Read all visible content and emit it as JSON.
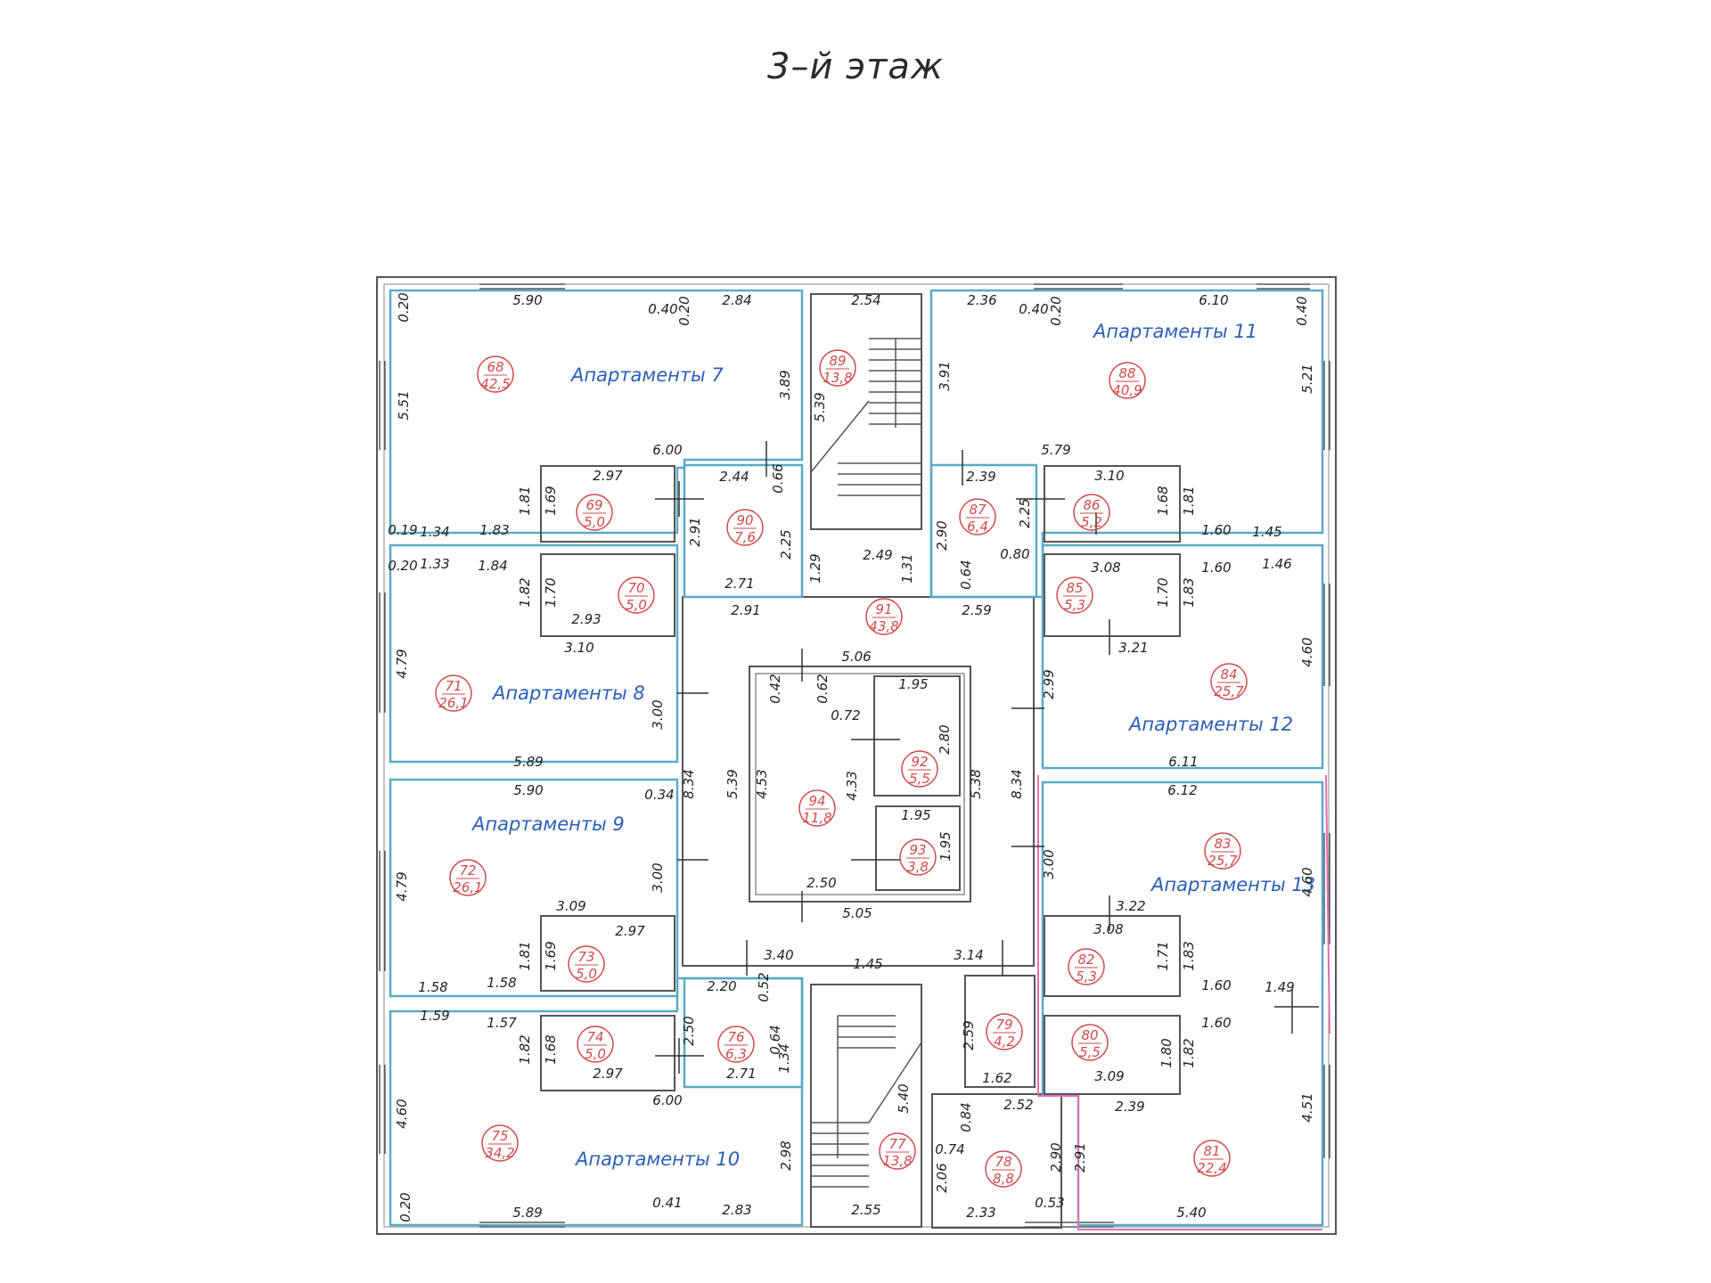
{
  "title": "3–й этаж",
  "colors": {
    "apartment_outline": "#5aa9c8",
    "structure": "#555555",
    "room_marker": "#d04a4a",
    "apartment_label": "#2a5fb8",
    "partition": "#e070b0"
  },
  "apartments": [
    {
      "label": "Апартаменты 7"
    },
    {
      "label": "Апартаменты 8"
    },
    {
      "label": "Апартаменты 9"
    },
    {
      "label": "Апартаменты 10"
    },
    {
      "label": "Апартаменты 11"
    },
    {
      "label": "Апартаменты 12"
    },
    {
      "label": "Апартаменты 13"
    }
  ],
  "rooms": [
    {
      "number": "68",
      "area": "42,5"
    },
    {
      "number": "69",
      "area": "5,0"
    },
    {
      "number": "70",
      "area": "5,0"
    },
    {
      "number": "71",
      "area": "26,1"
    },
    {
      "number": "72",
      "area": "26,1"
    },
    {
      "number": "73",
      "area": "5,0"
    },
    {
      "number": "74",
      "area": "5,0"
    },
    {
      "number": "75",
      "area": "34,2"
    },
    {
      "number": "76",
      "area": "6,3"
    },
    {
      "number": "77",
      "area": "13,8"
    },
    {
      "number": "78",
      "area": "8,8"
    },
    {
      "number": "79",
      "area": "4,2"
    },
    {
      "number": "80",
      "area": "5,5"
    },
    {
      "number": "81",
      "area": "22,4"
    },
    {
      "number": "82",
      "area": "5,3"
    },
    {
      "number": "83",
      "area": "25,7"
    },
    {
      "number": "84",
      "area": "25,7"
    },
    {
      "number": "85",
      "area": "5,3"
    },
    {
      "number": "86",
      "area": "5,2"
    },
    {
      "number": "87",
      "area": "6,4"
    },
    {
      "number": "88",
      "area": "40,9"
    },
    {
      "number": "89",
      "area": "13,8"
    },
    {
      "number": "90",
      "area": "7,6"
    },
    {
      "number": "91",
      "area": "43,8"
    },
    {
      "number": "92",
      "area": "5,5"
    },
    {
      "number": "93",
      "area": "3,8"
    },
    {
      "number": "94",
      "area": "11,8"
    }
  ],
  "dimensions": [
    "0.20",
    "5.90",
    "0.40",
    "0.20",
    "2.84",
    "2.54",
    "2.36",
    "0.40",
    "0.20",
    "6.10",
    "0.40",
    "5.51",
    "3.89",
    "5.39",
    "3.91",
    "5.21",
    "6.00",
    "5.79",
    "2.97",
    "2.44",
    "0.66",
    "2.39",
    "3.10",
    "1.81",
    "1.69",
    "2.91",
    "2.25",
    "2.90",
    "2.25",
    "1.68",
    "1.81",
    "0.19",
    "1.34",
    "1.83",
    "1.60",
    "1.45",
    "0.20",
    "1.33",
    "1.84",
    "2.71",
    "2.49",
    "1.29",
    "1.31",
    "0.64",
    "0.80",
    "3.08",
    "1.60",
    "1.46",
    "1.82",
    "1.70",
    "2.91",
    "2.59",
    "1.70",
    "1.83",
    "2.93",
    "3.10",
    "3.21",
    "4.79",
    "5.06",
    "0.42",
    "0.62",
    "1.95",
    "0.72",
    "2.99",
    "4.60",
    "3.00",
    "8.34",
    "5.39",
    "4.53",
    "4.33",
    "2.80",
    "5.38",
    "8.34",
    "5.89",
    "6.11",
    "5.90",
    "0.34",
    "6.12",
    "1.95",
    "1.95",
    "3.00",
    "3.00",
    "4.79",
    "2.50",
    "4.60",
    "3.09",
    "2.97",
    "5.05",
    "3.22",
    "3.08",
    "1.81",
    "1.69",
    "3.40",
    "1.45",
    "3.14",
    "1.71",
    "1.83",
    "1.58",
    "1.58",
    "2.20",
    "0.52",
    "1.60",
    "1.49",
    "1.59",
    "1.57",
    "2.50",
    "0.64",
    "2.59",
    "1.60",
    "1.82",
    "1.68",
    "1.34",
    "1.80",
    "1.82",
    "2.97",
    "2.71",
    "1.62",
    "3.09",
    "6.00",
    "2.52",
    "2.39",
    "4.60",
    "5.40",
    "0.84",
    "2.90",
    "2.91",
    "4.51",
    "0.74",
    "2.06",
    "2.98",
    "0.20",
    "5.89",
    "0.41",
    "2.83",
    "2.55",
    "2.33",
    "0.53",
    "5.40"
  ]
}
